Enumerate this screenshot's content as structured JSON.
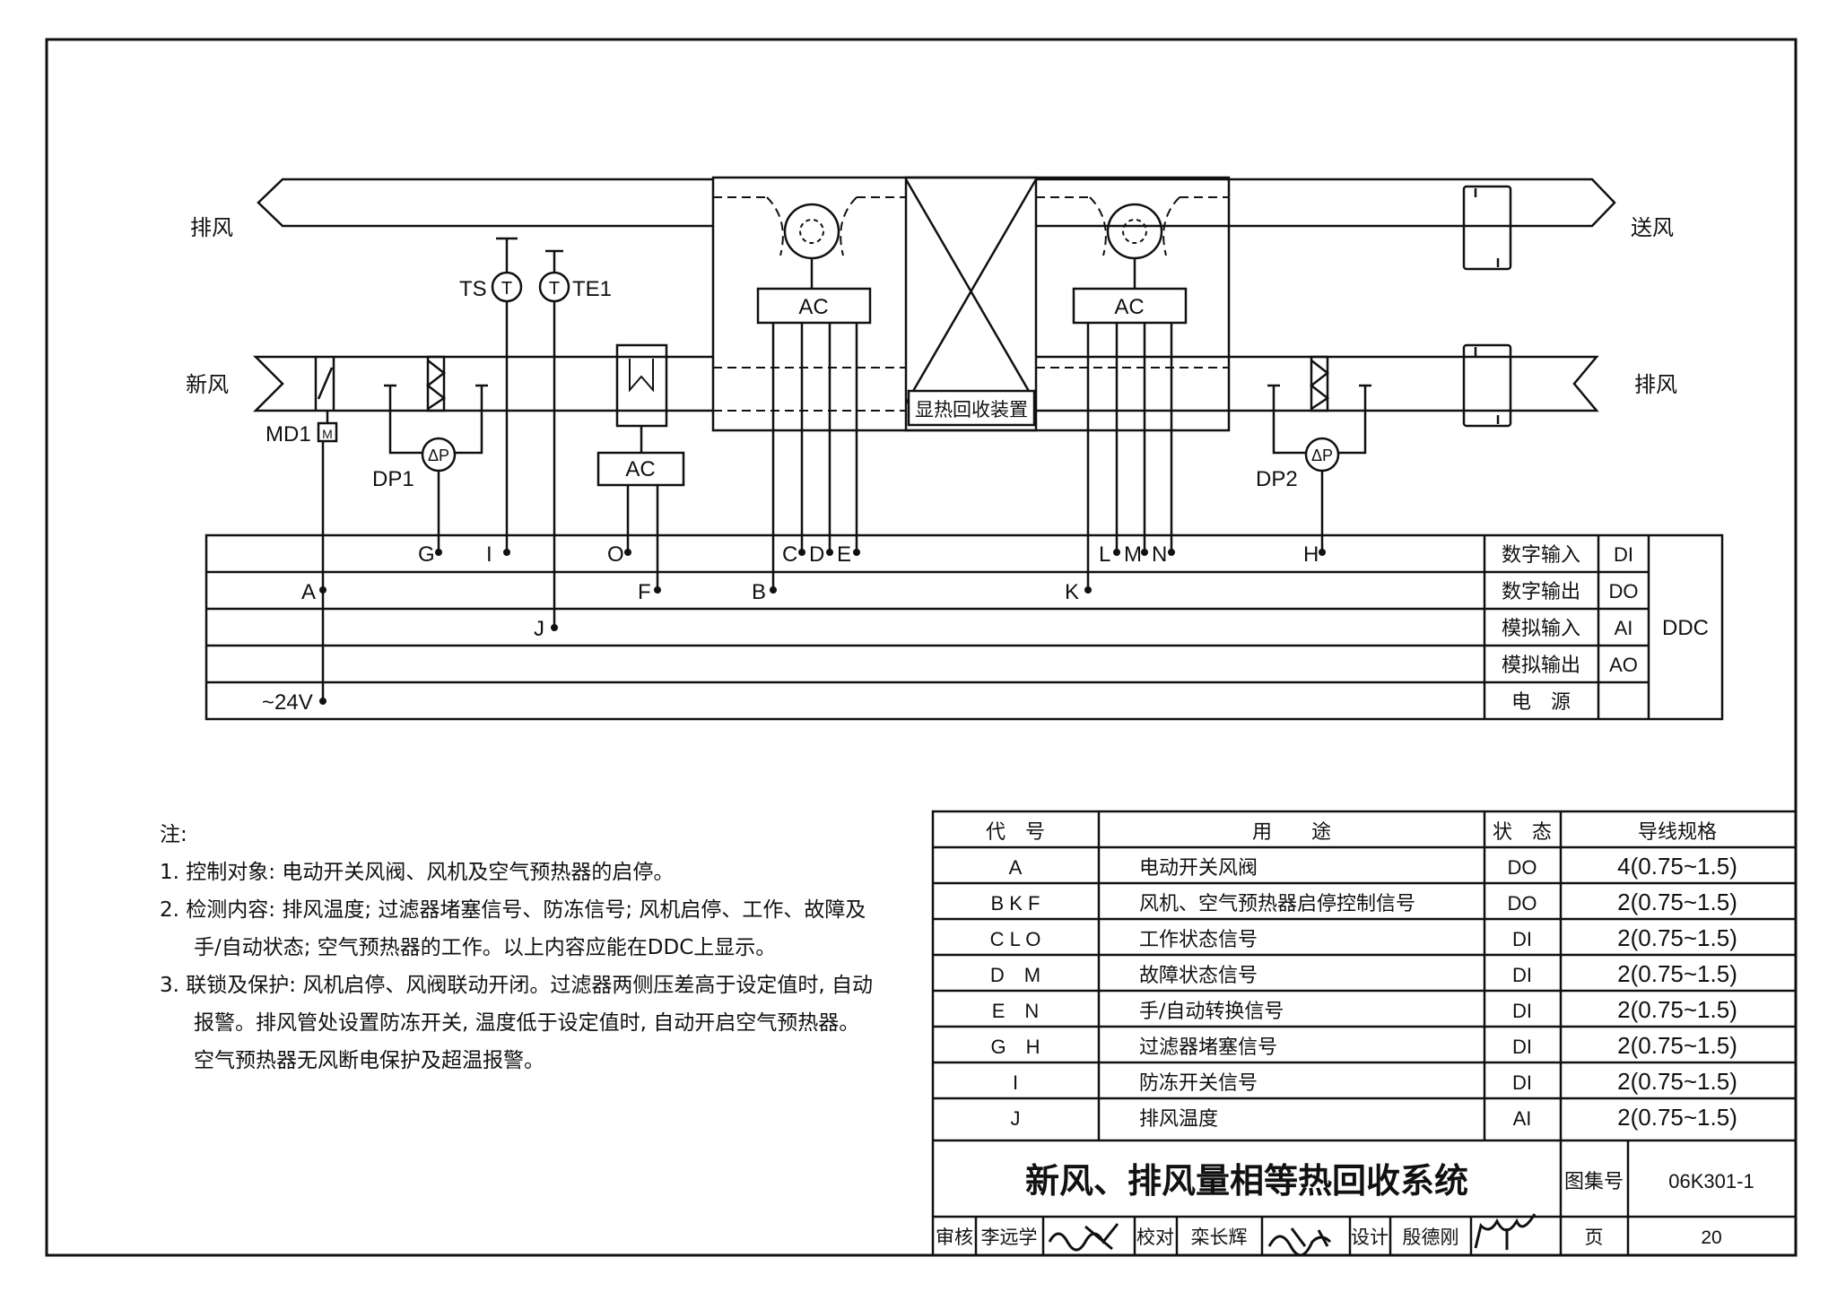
{
  "diagram": {
    "labels": {
      "exhaust_left": "排风",
      "fresh_air": "新风",
      "supply_air": "送风",
      "exhaust_right": "排风",
      "ts": "TS",
      "te1": "TE1",
      "t_symbol": "T",
      "md1": "MD1",
      "m_symbol": "M",
      "dp1": "DP1",
      "dp2": "DP2",
      "dp_symbol": "ΔP",
      "ac": "AC",
      "heat_recovery": "显热回收装置"
    },
    "points": {
      "G": "G",
      "I": "I",
      "O": "O",
      "C": "C",
      "D": "D",
      "E": "E",
      "L": "L",
      "M": "M",
      "N": "N",
      "H": "H",
      "A": "A",
      "F": "F",
      "B": "B",
      "K": "K",
      "J": "J",
      "power": "~24V"
    },
    "ddc_rows": [
      {
        "name": "数字输入",
        "code": "DI"
      },
      {
        "name": "数字输出",
        "code": "DO"
      },
      {
        "name": "模拟输入",
        "code": "AI"
      },
      {
        "name": "模拟输出",
        "code": "AO"
      },
      {
        "name": "电　源",
        "code": ""
      }
    ],
    "ddc_label": "DDC"
  },
  "notes": {
    "title": "注:",
    "items": [
      "1.  控制对象: 电动开关风阀、风机及空气预热器的启停。",
      "2.  检测内容: 排风温度; 过滤器堵塞信号、防冻信号; 风机启停、工作、故障及手/自动状态; 空气预热器的工作。以上内容应能在DDC上显示。",
      "3.  联锁及保护: 风机启停、风阀联动开闭。过滤器两侧压差高于设定值时, 自动报警。排风管处设置防冻开关, 温度低于设定值时, 自动开启空气预热器。空气预热器无风断电保护及超温报警。"
    ]
  },
  "table": {
    "headers": [
      "代　号",
      "用　　途",
      "状　态",
      "导线规格"
    ],
    "rows": [
      [
        "A",
        "电动开关风阀",
        "DO",
        "4(0.75~1.5)"
      ],
      [
        "B K F",
        "风机、空气预热器启停控制信号",
        "DO",
        "2(0.75~1.5)"
      ],
      [
        "C L O",
        "工作状态信号",
        "DI",
        "2(0.75~1.5)"
      ],
      [
        "D　M",
        "故障状态信号",
        "DI",
        "2(0.75~1.5)"
      ],
      [
        "E　N",
        "手/自动转换信号",
        "DI",
        "2(0.75~1.5)"
      ],
      [
        "G　H",
        "过滤器堵塞信号",
        "DI",
        "2(0.75~1.5)"
      ],
      [
        "I",
        "防冻开关信号",
        "DI",
        "2(0.75~1.5)"
      ],
      [
        "J",
        "排风温度",
        "AI",
        "2(0.75~1.5)"
      ]
    ]
  },
  "title_block": {
    "title": "新风、排风量相等热回收系统",
    "atlas_label": "图集号",
    "atlas_no": "06K301-1",
    "review_label": "审核",
    "reviewer": "李远学",
    "check_label": "校对",
    "checker": "栾长辉",
    "design_label": "设计",
    "designer": "殷德刚",
    "page_label": "页",
    "page_no": "20"
  }
}
